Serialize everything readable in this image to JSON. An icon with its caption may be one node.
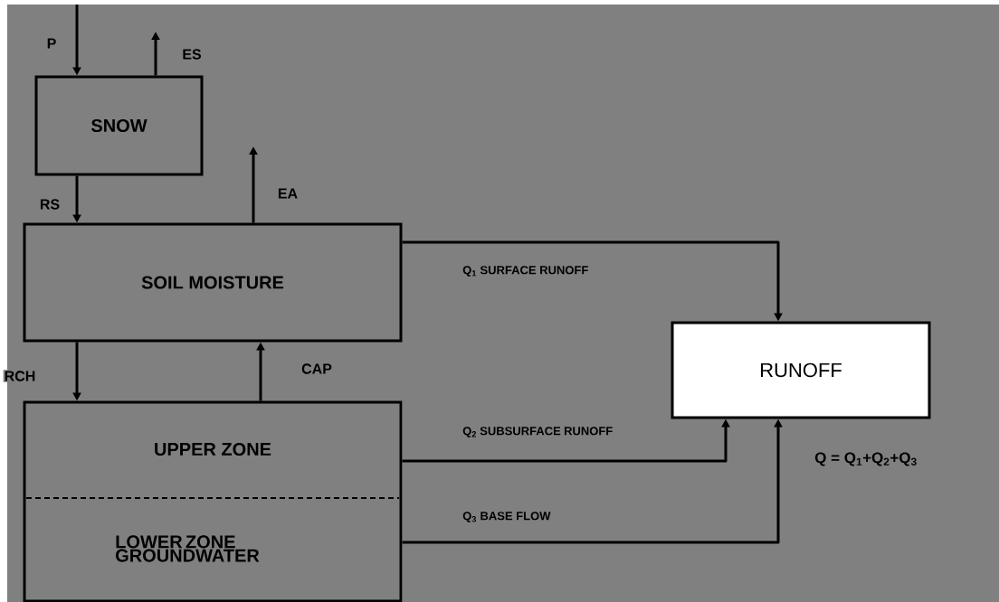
{
  "diagram": {
    "nodes": [
      {
        "text": [
          "SNOW"
        ]
      },
      {
        "text": [
          "SOIL MOISTURE"
        ]
      },
      {
        "text": [
          "UPPER ZONE",
          "LOWER ZONE GROUNDWATER"
        ]
      },
      {
        "text": [
          "RUNOFF"
        ]
      }
    ],
    "edges": [
      {
        "from": null,
        "to": 0,
        "arrow": "to",
        "label": "P"
      },
      {
        "from": 0,
        "to": null,
        "arrow": "to",
        "label": "ES"
      },
      {
        "from": 0,
        "to": 1,
        "arrow": "to",
        "label": "RS"
      },
      {
        "from": 1,
        "to": null,
        "arrow": "to",
        "label": "EA"
      },
      {
        "from": 1,
        "to": 2,
        "arrow": "to",
        "label": "RCH"
      },
      {
        "from": 2,
        "to": 1,
        "arrow": "to",
        "label": "CAP"
      },
      {
        "from": 1,
        "to": 3,
        "arrow": "to",
        "label": "Q$_{1}$  SURFACE RUNOFF"
      },
      {
        "from": 2,
        "to": 3,
        "arrow": "to",
        "label": "Q$_{2}$  SUBSURFACE RUNOFF"
      },
      {
        "from": 2,
        "to": 3,
        "arrow": "to",
        "label": "Q$_{3}$  BASE FLOW"
      }
    ],
    "labels": [
      "Q = Q$_{1}$+Q$_{2}$+Q$_{3}$"
    ]
  }
}
